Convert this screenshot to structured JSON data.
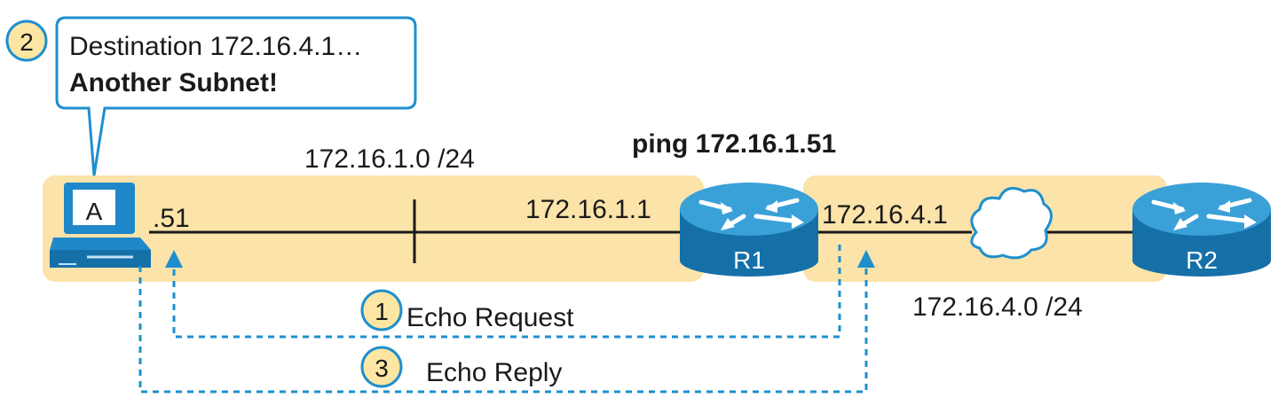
{
  "callout": {
    "step": "2",
    "line1": "Destination 172.16.4.1…",
    "line2": "Another Subnet!"
  },
  "hosts": {
    "pc_label": "A",
    "pc_ip": ".51"
  },
  "routers": {
    "r1_label": "R1",
    "r1_left_ip": "172.16.1.1",
    "r1_right_ip": "172.16.4.1",
    "r2_label": "R2",
    "command": "ping 172.16.1.51"
  },
  "subnets": {
    "left": "172.16.1.0 /24",
    "right": "172.16.4.0 /24"
  },
  "flows": {
    "request_step": "1",
    "request_label": "Echo Request",
    "reply_step": "3",
    "reply_label": "Echo Reply"
  },
  "colors": {
    "subnet_fill": "#fbe3a9",
    "router_blue": "#1f88c8",
    "router_top": "#3aa0d8",
    "accent_blue": "#1e8fce",
    "step_fill": "#fde6a3"
  }
}
